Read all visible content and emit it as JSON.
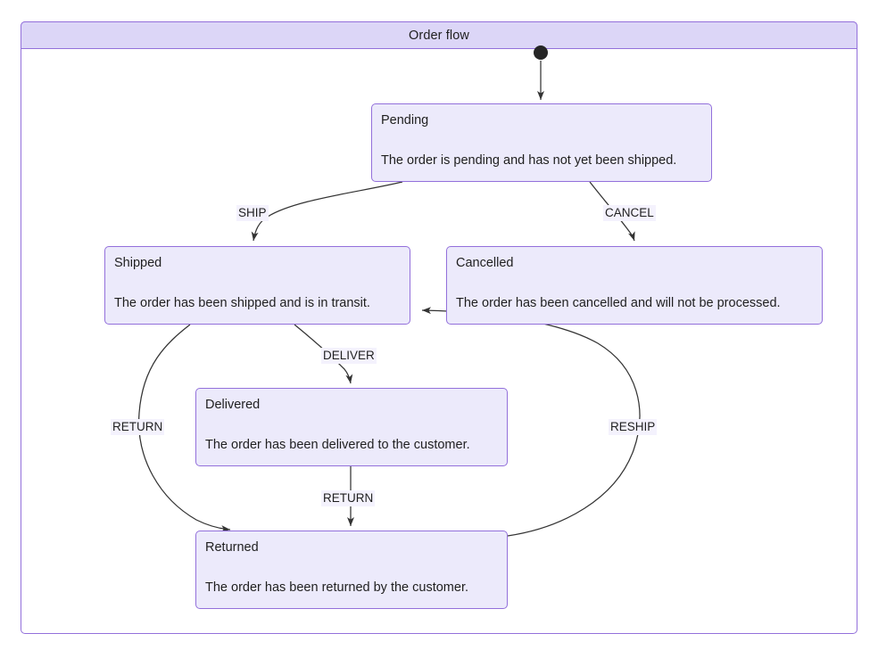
{
  "diagram": {
    "type": "state-diagram",
    "title": "Order flow",
    "colors": {
      "node_fill": "#ECEAFB",
      "node_border": "#9370DB",
      "cluster_title_fill": "#dcd6f7",
      "edge_stroke": "#333333",
      "start_node_fill": "#262626",
      "label_background": "#f4f2fd",
      "text": "#1f1f1f"
    },
    "start_node": {
      "name": "start-state",
      "shape": "filled-circle"
    },
    "states": [
      {
        "id": "pending",
        "title": "Pending",
        "description": "The order is pending and has not yet been shipped."
      },
      {
        "id": "shipped",
        "title": "Shipped",
        "description": "The order has been shipped and is in transit."
      },
      {
        "id": "cancelled",
        "title": "Cancelled",
        "description": "The order has been cancelled and will not be processed."
      },
      {
        "id": "delivered",
        "title": "Delivered",
        "description": "The order has been delivered to the customer."
      },
      {
        "id": "returned",
        "title": "Returned",
        "description": "The order has been returned by the customer."
      }
    ],
    "transitions": [
      {
        "id": "start-to-pending",
        "from": "start",
        "to": "pending",
        "label": ""
      },
      {
        "id": "ship",
        "from": "pending",
        "to": "shipped",
        "label": "SHIP"
      },
      {
        "id": "cancel",
        "from": "pending",
        "to": "cancelled",
        "label": "CANCEL"
      },
      {
        "id": "deliver",
        "from": "shipped",
        "to": "delivered",
        "label": "DELIVER"
      },
      {
        "id": "return-from-shipped",
        "from": "shipped",
        "to": "returned",
        "label": "RETURN"
      },
      {
        "id": "return-from-delivered",
        "from": "delivered",
        "to": "returned",
        "label": "RETURN"
      },
      {
        "id": "reship",
        "from": "returned",
        "to": "shipped",
        "label": "RESHIP"
      }
    ]
  }
}
